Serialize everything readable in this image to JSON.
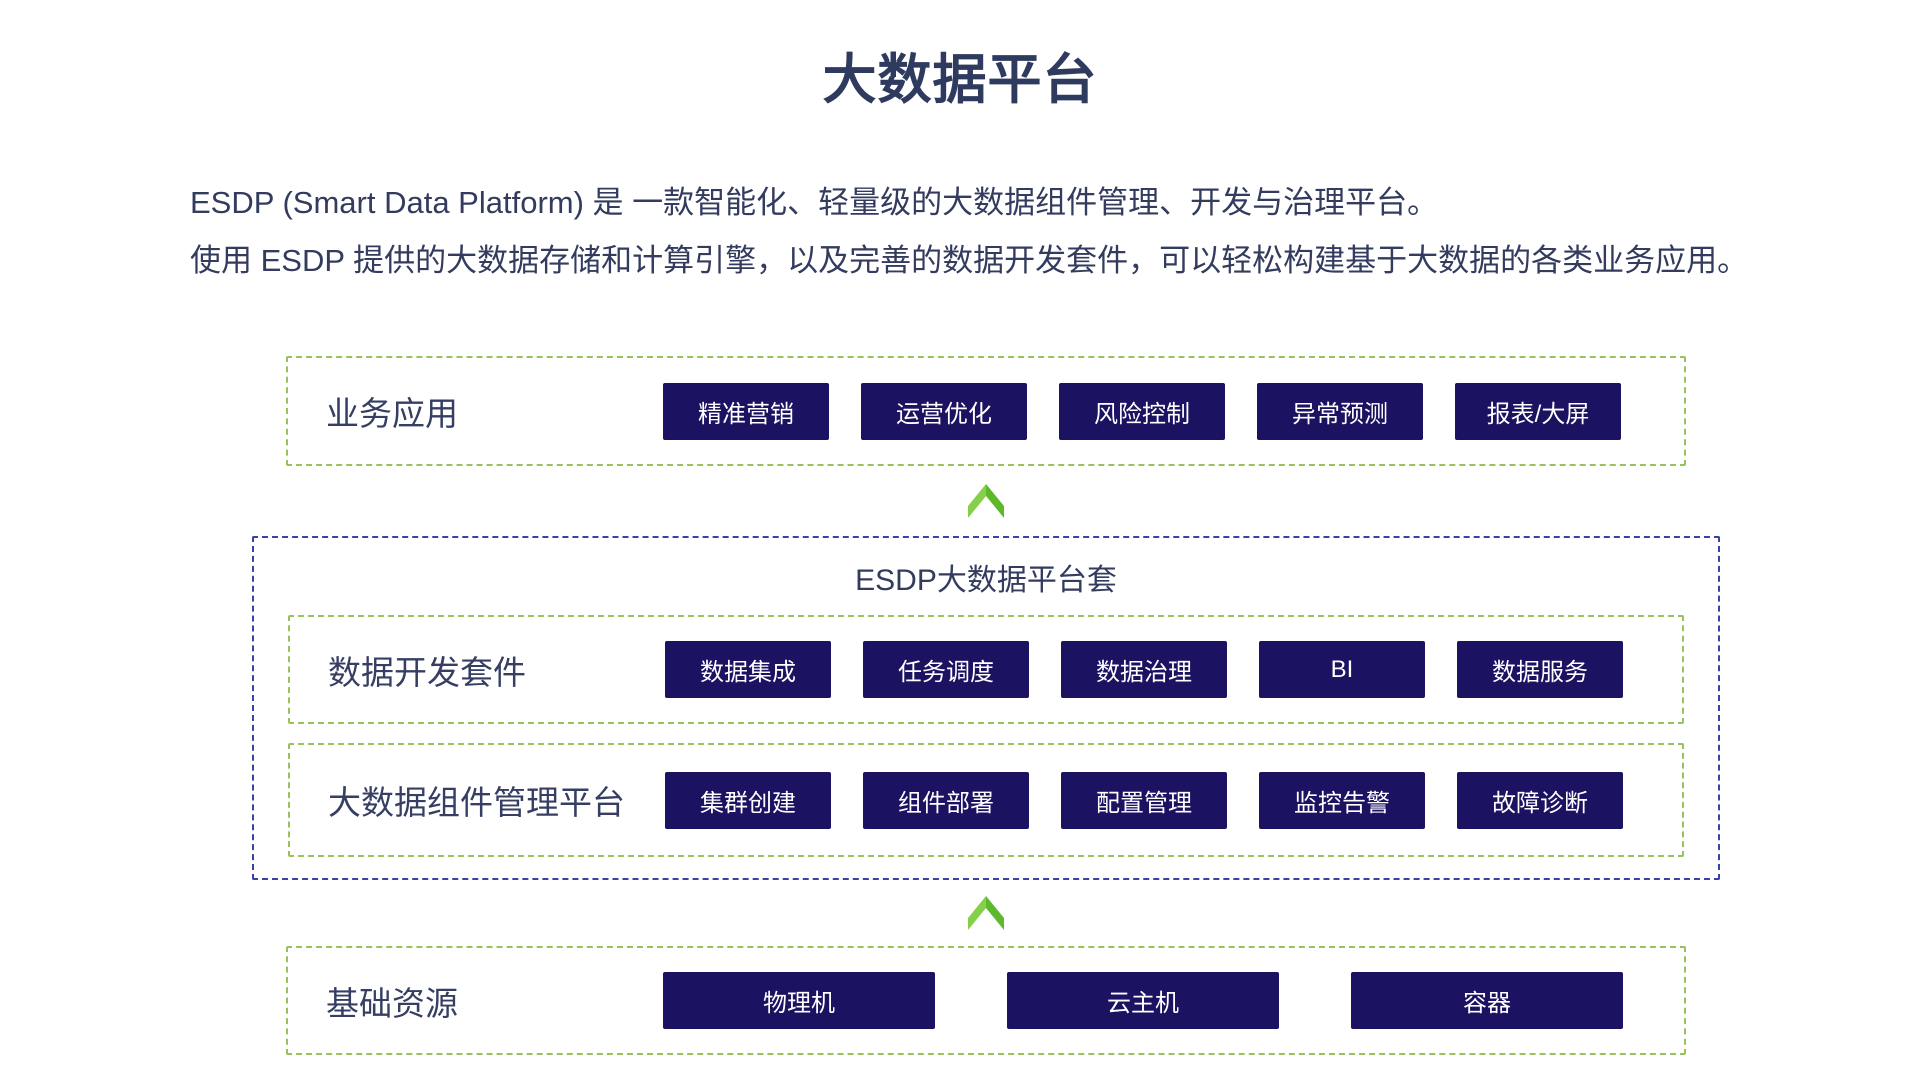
{
  "page": {
    "title": "大数据平台",
    "description": [
      "ESDP (Smart Data Platform) 是 一款智能化、轻量级的大数据组件管理、开发与治理平台。",
      "使用 ESDP 提供的大数据存储和计算引擎，以及完善的数据开发套件，可以轻松构建基于大数据的各类业务应用。"
    ]
  },
  "colors": {
    "heading_text": "#2f3a5f",
    "body_text": "#333b5e",
    "chip_background": "#1b1262",
    "chip_text": "#ffffff",
    "green_dashed_border": "#98c25c",
    "blue_dashed_border": "#3743a6",
    "arrow_green_light": "#85cf4a",
    "arrow_green_dark": "#5eb82c"
  },
  "icons": {
    "up_arrow": "chevron-up-icon"
  },
  "layers": {
    "business": {
      "label": "业务应用",
      "items": [
        "精准营销",
        "运营优化",
        "风险控制",
        "异常预测",
        "报表/大屏"
      ]
    },
    "esdp": {
      "title": "ESDP大数据平台套",
      "dev_suite": {
        "label": "数据开发套件",
        "items": [
          "数据集成",
          "任务调度",
          "数据治理",
          "BI",
          "数据服务"
        ]
      },
      "component_mgmt": {
        "label": "大数据组件管理平台",
        "items": [
          "集群创建",
          "组件部署",
          "配置管理",
          "监控告警",
          "故障诊断"
        ]
      }
    },
    "infrastructure": {
      "label": "基础资源",
      "items": [
        "物理机",
        "云主机",
        "容器"
      ]
    }
  }
}
